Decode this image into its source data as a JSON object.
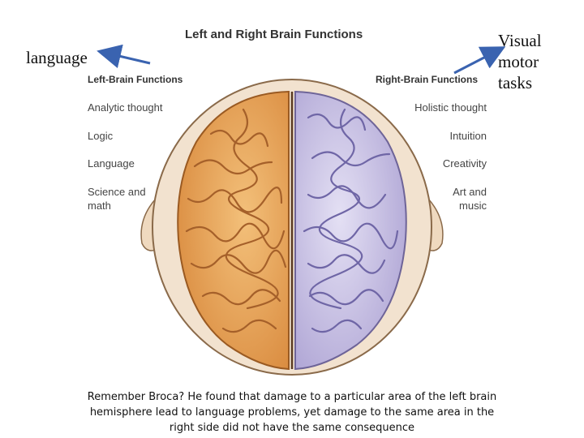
{
  "diagram": {
    "title": "Left and Right Brain Functions",
    "left_header": "Left-Brain Functions",
    "right_header": "Right-Brain Functions",
    "left_items": [
      "Analytic thought",
      "Logic",
      "Language",
      "Science and",
      "math"
    ],
    "right_items": [
      "Holistic thought",
      "Intuition",
      "Creativity",
      "Art and",
      "music"
    ]
  },
  "annotations": {
    "language": "language",
    "visual_lines": [
      "Visual",
      "motor",
      "tasks"
    ]
  },
  "caption": {
    "lines": [
      "Remember Broca? He found that damage to a particular area of the left brain",
      "hemisphere lead to language problems, yet damage to the same area in the",
      "right side did not have the same consequence"
    ]
  },
  "colors": {
    "left_hemisphere": "#e8a45a",
    "right_hemisphere": "#c9c3e6",
    "arrow": "#3a63b0"
  }
}
